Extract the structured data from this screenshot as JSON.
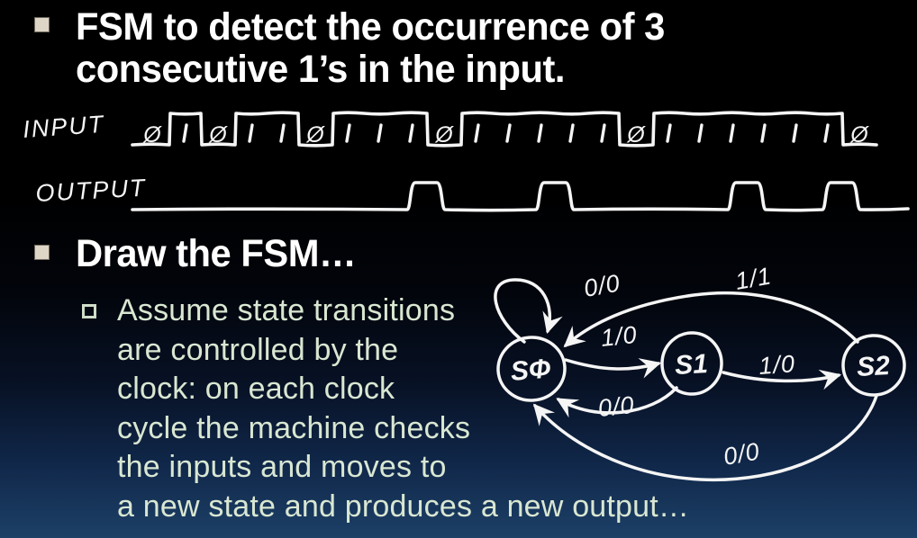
{
  "slide": {
    "title_lines": [
      "FSM to detect the occurrence of 3",
      "consecutive 1’s in the input."
    ],
    "bullet2_label": "Draw the FSM…",
    "sub_bullet_lines": [
      "Assume state transitions",
      "are controlled by the",
      "clock: on each clock",
      "cycle the machine checks",
      "the inputs and moves to",
      "a new state and produces a new output…"
    ]
  },
  "waveform": {
    "input_label": "INPUT",
    "output_label": "OUTPUT",
    "zero_glyph": "Ø",
    "one_glyph": "1",
    "input_bits": "0 1 0 1 1 0 1 1 1 0 1 1 1 1 1 0 1 1 1 1 1 1 0",
    "output_pulse_bits": [
      8,
      12,
      18,
      21
    ]
  },
  "fsm": {
    "states": [
      {
        "id": "S0",
        "label": "SΦ"
      },
      {
        "id": "S1",
        "label": "S1"
      },
      {
        "id": "S2",
        "label": "S2"
      }
    ],
    "transitions": [
      {
        "from": "S0",
        "to": "S0",
        "label": "0/0"
      },
      {
        "from": "S0",
        "to": "S1",
        "label": "1/0"
      },
      {
        "from": "S1",
        "to": "S2",
        "label": "1/0"
      },
      {
        "from": "S1",
        "to": "S0",
        "label": "0/0"
      },
      {
        "from": "S2",
        "to": "S0",
        "label": "1/1"
      },
      {
        "from": "S2",
        "to": "S0",
        "label": "0/0"
      }
    ]
  },
  "colors": {
    "ink": "#f5f5f5",
    "title_text": "#ffffff",
    "body_text_green": "#d9e7d2",
    "bullet_beige": "#ddd5c6",
    "background_bottom": "#1d4067"
  }
}
